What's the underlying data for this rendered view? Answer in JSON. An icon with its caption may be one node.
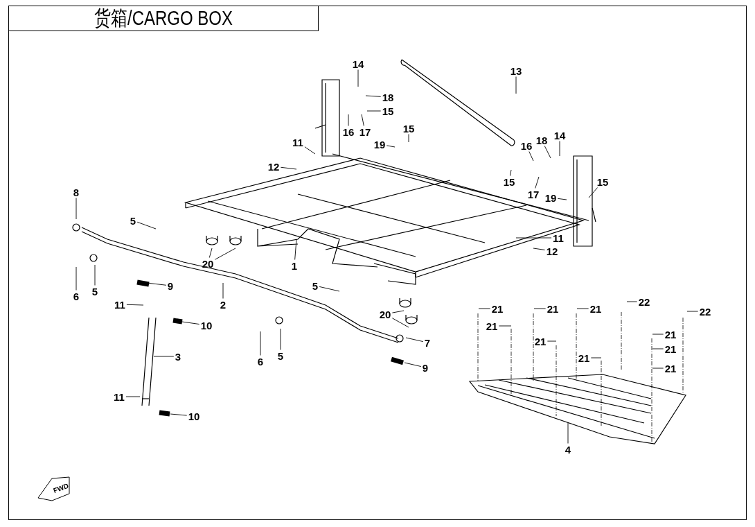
{
  "diagram": {
    "title": "货箱/CARGO BOX",
    "nodes": [
      {
        "text": [
          "14"
        ]
      },
      {
        "text": [
          "13"
        ]
      },
      {
        "text": [
          "18"
        ]
      },
      {
        "text": [
          "15"
        ]
      },
      {
        "text": [
          "16"
        ]
      },
      {
        "text": [
          "17"
        ]
      },
      {
        "text": [
          "15"
        ]
      },
      {
        "text": [
          "18"
        ]
      },
      {
        "text": [
          "14"
        ]
      },
      {
        "text": [
          "19"
        ]
      },
      {
        "text": [
          "11"
        ]
      },
      {
        "text": [
          "16"
        ]
      },
      {
        "text": [
          "12"
        ]
      },
      {
        "text": [
          "15"
        ]
      },
      {
        "text": [
          "17"
        ]
      },
      {
        "text": [
          "15"
        ]
      },
      {
        "text": [
          "8"
        ]
      },
      {
        "text": [
          "19"
        ]
      },
      {
        "text": [
          "5"
        ]
      },
      {
        "text": [
          "11"
        ]
      },
      {
        "text": [
          "12"
        ]
      },
      {
        "text": [
          "20"
        ]
      },
      {
        "text": [
          "1"
        ]
      },
      {
        "text": [
          "6"
        ]
      },
      {
        "text": [
          "5"
        ]
      },
      {
        "text": [
          "9"
        ]
      },
      {
        "text": [
          "2"
        ]
      },
      {
        "text": [
          "5"
        ]
      },
      {
        "text": [
          "11"
        ]
      },
      {
        "text": [
          "10"
        ]
      },
      {
        "text": [
          "20"
        ]
      },
      {
        "text": [
          "21"
        ]
      },
      {
        "text": [
          "21"
        ]
      },
      {
        "text": [
          "21"
        ]
      },
      {
        "text": [
          "22"
        ]
      },
      {
        "text": [
          "22"
        ]
      },
      {
        "text": [
          "21"
        ]
      },
      {
        "text": [
          "21"
        ]
      },
      {
        "text": [
          "7"
        ]
      },
      {
        "text": [
          "21"
        ]
      },
      {
        "text": [
          "21"
        ]
      },
      {
        "text": [
          "3"
        ]
      },
      {
        "text": [
          "6"
        ]
      },
      {
        "text": [
          "5"
        ]
      },
      {
        "text": [
          "21"
        ]
      },
      {
        "text": [
          "21"
        ]
      },
      {
        "text": [
          "9"
        ]
      },
      {
        "text": [
          "11"
        ]
      },
      {
        "text": [
          "10"
        ]
      },
      {
        "text": [
          "4"
        ]
      }
    ],
    "edges": [
      {
        "from": 0,
        "to": null,
        "arrow": "none"
      },
      {
        "from": 1,
        "to": null,
        "arrow": "none"
      },
      {
        "from": 2,
        "to": null,
        "arrow": "none"
      },
      {
        "from": 3,
        "to": null,
        "arrow": "none"
      },
      {
        "from": 4,
        "to": null,
        "arrow": "none"
      },
      {
        "from": 5,
        "to": null,
        "arrow": "none"
      },
      {
        "from": 6,
        "to": null,
        "arrow": "none"
      },
      {
        "from": 7,
        "to": null,
        "arrow": "none"
      },
      {
        "from": 8,
        "to": null,
        "arrow": "none"
      },
      {
        "from": 9,
        "to": null,
        "arrow": "none"
      },
      {
        "from": 10,
        "to": null,
        "arrow": "none"
      },
      {
        "from": 11,
        "to": null,
        "arrow": "none"
      },
      {
        "from": 12,
        "to": null,
        "arrow": "none"
      },
      {
        "from": 13,
        "to": null,
        "arrow": "none"
      },
      {
        "from": 14,
        "to": null,
        "arrow": "none"
      },
      {
        "from": 15,
        "to": null,
        "arrow": "none"
      },
      {
        "from": 16,
        "to": null,
        "arrow": "none"
      },
      {
        "from": 17,
        "to": null,
        "arrow": "none"
      },
      {
        "from": 18,
        "to": null,
        "arrow": "none"
      },
      {
        "from": 19,
        "to": null,
        "arrow": "none"
      },
      {
        "from": 20,
        "to": null,
        "arrow": "none"
      },
      {
        "from": 21,
        "to": null,
        "arrow": "none"
      },
      {
        "from": 21,
        "to": null,
        "arrow": "none"
      },
      {
        "from": 22,
        "to": null,
        "arrow": "none"
      },
      {
        "from": 23,
        "to": null,
        "arrow": "none"
      },
      {
        "from": 24,
        "to": null,
        "arrow": "none"
      },
      {
        "from": 25,
        "to": null,
        "arrow": "none"
      },
      {
        "from": 26,
        "to": null,
        "arrow": "none"
      },
      {
        "from": 27,
        "to": null,
        "arrow": "none"
      },
      {
        "from": 28,
        "to": null,
        "arrow": "none"
      },
      {
        "from": 29,
        "to": null,
        "arrow": "none"
      },
      {
        "from": 30,
        "to": null,
        "arrow": "none"
      },
      {
        "from": 30,
        "to": null,
        "arrow": "none"
      },
      {
        "from": 31,
        "to": null,
        "arrow": "none"
      },
      {
        "from": 32,
        "to": null,
        "arrow": "none"
      },
      {
        "from": 33,
        "to": null,
        "arrow": "none"
      },
      {
        "from": 34,
        "to": null,
        "arrow": "none"
      },
      {
        "from": 35,
        "to": null,
        "arrow": "none"
      },
      {
        "from": 36,
        "to": null,
        "arrow": "none"
      },
      {
        "from": 37,
        "to": null,
        "arrow": "none"
      },
      {
        "from": 38,
        "to": null,
        "arrow": "none"
      },
      {
        "from": 39,
        "to": null,
        "arrow": "none"
      },
      {
        "from": 40,
        "to": null,
        "arrow": "none"
      },
      {
        "from": 41,
        "to": null,
        "arrow": "none"
      },
      {
        "from": 42,
        "to": null,
        "arrow": "none"
      },
      {
        "from": 43,
        "to": null,
        "arrow": "none"
      },
      {
        "from": 44,
        "to": null,
        "arrow": "none"
      },
      {
        "from": 45,
        "to": null,
        "arrow": "none"
      },
      {
        "from": 46,
        "to": null,
        "arrow": "none"
      },
      {
        "from": 47,
        "to": null,
        "arrow": "none"
      },
      {
        "from": 48,
        "to": null,
        "arrow": "none"
      },
      {
        "from": 49,
        "to": null,
        "arrow": "none"
      }
    ],
    "labels": [
      "FWD"
    ]
  }
}
